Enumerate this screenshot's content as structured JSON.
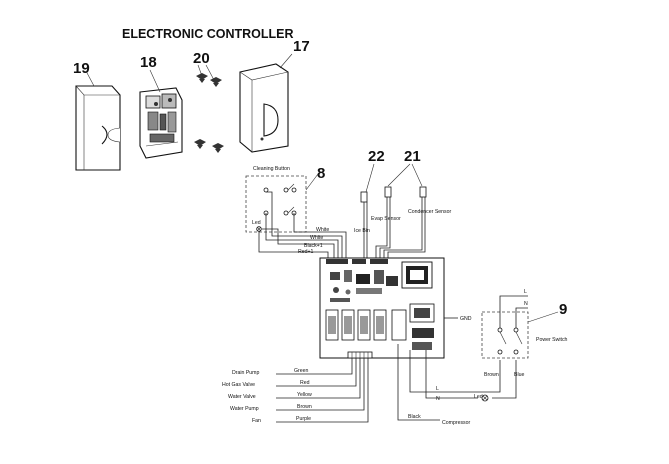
{
  "title": "ELECTRONIC CONTROLLER",
  "part_numbers": {
    "p19": "19",
    "p18": "18",
    "p20": "20",
    "p17": "17",
    "p8": "8",
    "p22": "22",
    "p21": "21",
    "p9": "9"
  },
  "labels": {
    "cleaning_button": "Cleaning Button",
    "led": "Led",
    "white_1": "White",
    "white_2": "White",
    "black": "Black+1",
    "red": "Red+1",
    "ice_bin": "Ice Bin",
    "evap_sensor": "Evap Sensor",
    "condenser_sensor": "Condencer Sensor",
    "gnd": "GND",
    "power_switch": "Power Switch",
    "l_top": "L",
    "n_top": "N",
    "brown": "Brown",
    "blue": "Blue",
    "l_bottom": "L",
    "n_bottom": "N",
    "led_bottom": "Led",
    "drain_pump": "Drain Pump",
    "green": "Green",
    "hot_gas_valve": "Hot Gas Valve",
    "red_wire": "Red",
    "water_valve": "Water Valve",
    "yellow": "Yellow",
    "water_pump": "Water Pump",
    "brown_wire": "Brown",
    "fan": "Fan",
    "purple": "Purple",
    "black_wire": "Black",
    "compressor": "Compressor"
  }
}
